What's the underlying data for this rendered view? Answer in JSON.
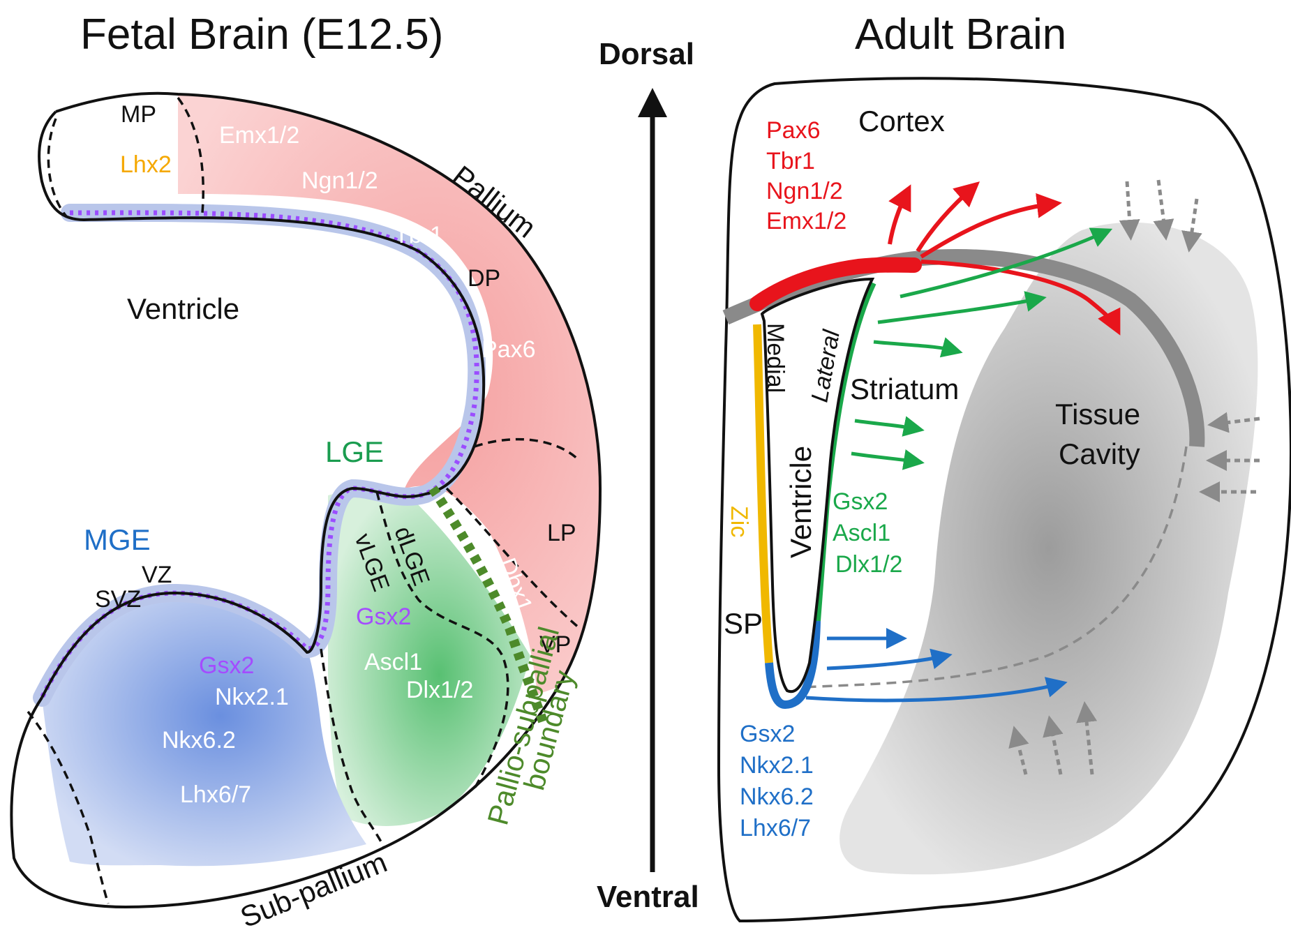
{
  "fetal": {
    "title": "Fetal Brain (E12.5)",
    "regions": {
      "mp": "MP",
      "dp": "DP",
      "lp": "LP",
      "vp": "VP",
      "ventricle": "Ventricle",
      "pallium": "Pallium",
      "sub_pallium": "Sub-pallium",
      "lge": "LGE",
      "mge": "MGE",
      "vz": "VZ",
      "svz": "SVZ",
      "dlge": "dLGE",
      "vlge": "vLGE",
      "boundary_line1": "Pallio-subpallial",
      "boundary_line2": "boundary"
    },
    "genes": {
      "mp": "Lhx2",
      "pallium": [
        "Emx1/2",
        "Ngn1/2",
        "Tbr1",
        "Pax6"
      ],
      "vp": "Dbx1",
      "lge": [
        "Gsx2",
        "Ascl1",
        "Dlx1/2"
      ],
      "mge": [
        "Gsx2",
        "Nkx2.1",
        "Nkx6.2",
        "Lhx6/7"
      ]
    }
  },
  "axis": {
    "top": "Dorsal",
    "bottom": "Ventral"
  },
  "adult": {
    "title": "Adult Brain",
    "cortex": "Cortex",
    "striatum": "Striatum",
    "tissue_cavity_line1": "Tissue",
    "tissue_cavity_line2": "Cavity",
    "ventricle": "Ventricle",
    "medial": "Medial",
    "lateral": "Lateral",
    "sp": "SP",
    "zic": "Zic",
    "cortex_genes": [
      "Pax6",
      "Tbr1",
      "Ngn1/2",
      "Emx1/2"
    ],
    "striatum_genes": [
      "Gsx2",
      "Ascl1",
      "Dlx1/2"
    ],
    "ventral_genes": [
      "Gsx2",
      "Nkx2.1",
      "Nkx6.2",
      "Lhx6/7"
    ]
  },
  "colors": {
    "pallium": "#f4b3b3",
    "lge": "#8fd19a",
    "mge": "#8fa8e0",
    "vz_band": "#b9c6ea",
    "zone_dots": "#9b4dff",
    "boundary": "#4d8a2a",
    "red": "#e8141c",
    "green": "#1aa84a",
    "blue": "#1f6fc7",
    "yellow": "#f0b800",
    "lhx2": "#f5a800",
    "gray": "#888888",
    "lge_label": "#1a9c4f",
    "mge_label": "#1f6fc7",
    "gsx2_purple": "#a44cff"
  }
}
